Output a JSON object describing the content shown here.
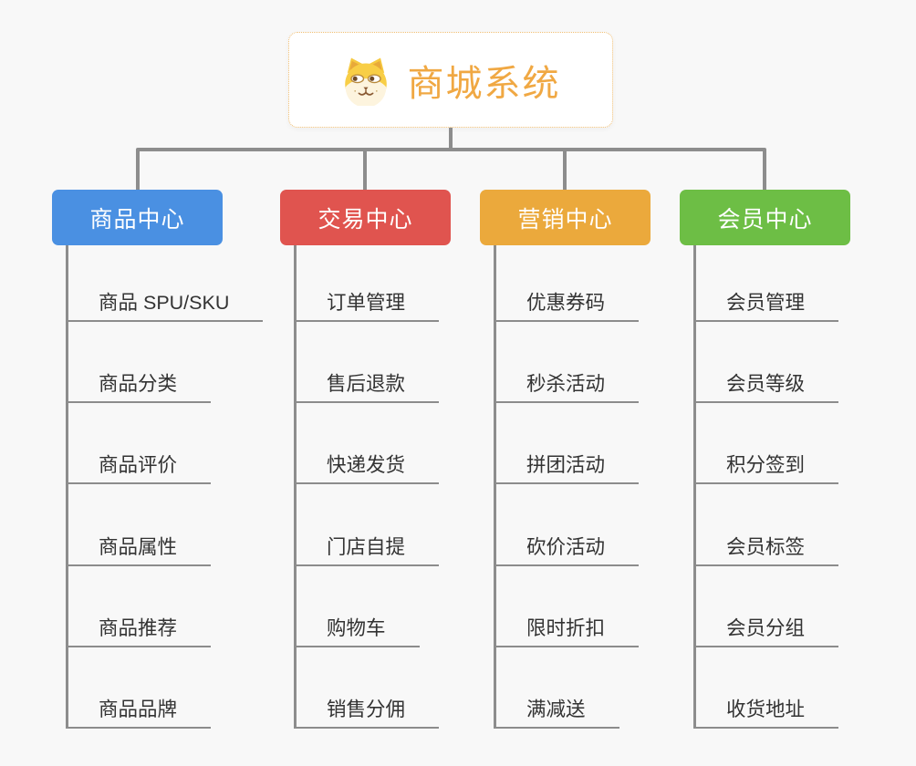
{
  "root": {
    "title": "商城系统",
    "icon": "dog-face-icon"
  },
  "branches": [
    {
      "label": "商品中心",
      "color": "#4A90E2",
      "items": [
        "商品 SPU/SKU",
        "商品分类",
        "商品评价",
        "商品属性",
        "商品推荐",
        "商品品牌"
      ]
    },
    {
      "label": "交易中心",
      "color": "#E0544F",
      "items": [
        "订单管理",
        "售后退款",
        "快递发货",
        "门店自提",
        "购物车",
        "销售分佣"
      ]
    },
    {
      "label": "营销中心",
      "color": "#EBA93C",
      "items": [
        "优惠券码",
        "秒杀活动",
        "拼团活动",
        "砍价活动",
        "限时折扣",
        "满减送"
      ]
    },
    {
      "label": "会员中心",
      "color": "#6DBE45",
      "items": [
        "会员管理",
        "会员等级",
        "积分签到",
        "会员标签",
        "会员分组",
        "收货地址"
      ]
    }
  ],
  "colors": {
    "background": "#F8F8F8",
    "connector": "#8D8D8D",
    "underline": "#8C8C8C",
    "title_text": "#F0A843",
    "root_border": "#F0BE72",
    "item_text": "#333333"
  }
}
